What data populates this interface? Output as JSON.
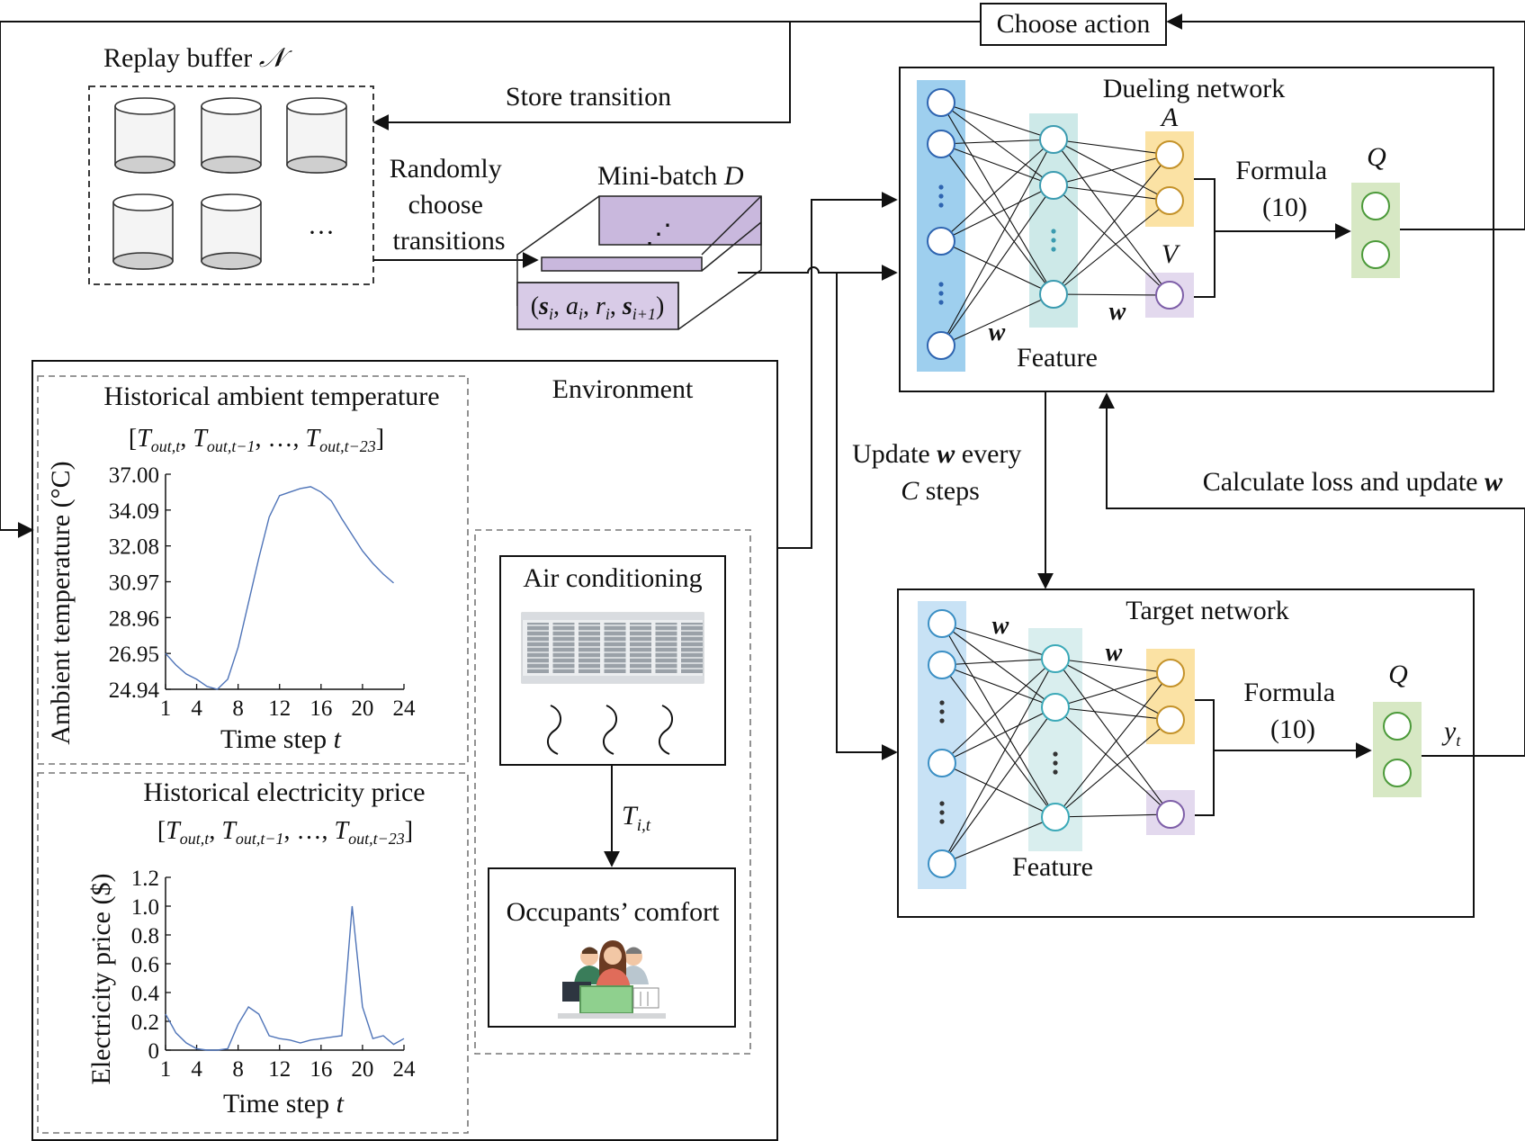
{
  "top": {
    "choose_action": "Choose action",
    "store_transition": "Store transition",
    "randomly_choose": [
      "Randomly",
      "choose",
      "transitions"
    ]
  },
  "replay_buffer": {
    "label": "Replay buffer",
    "symbol": "𝒩",
    "ellipsis": "···"
  },
  "minibatch": {
    "label": "Mini-batch",
    "symbol": "D",
    "dots": "⋰",
    "tuple": {
      "open": "(",
      "s": "s",
      "i": "i",
      "a": "a",
      "r": "r",
      "s_next": "s",
      "i_plus_1": "i+1",
      "close": ")",
      "comma": ", "
    }
  },
  "dueling": {
    "title": "Dueling network",
    "A": "A",
    "V": "V",
    "Q": "Q",
    "formula": [
      "Formula",
      "(10)"
    ],
    "feature": "Feature",
    "w": "w",
    "dots": "⋮"
  },
  "target": {
    "title": "Target network",
    "Q": "Q",
    "formula": [
      "Formula",
      "(10)"
    ],
    "feature": "Feature",
    "w": "w",
    "y": "y",
    "y_sub": "t",
    "dots": "⋮"
  },
  "update": {
    "line1_pre": "Update ",
    "w": "w",
    "line1_post": " every",
    "line2_C": "C",
    "line2_post": " steps"
  },
  "loss": {
    "text": "Calculate loss and update ",
    "w": "w"
  },
  "environment": {
    "title": "Environment",
    "air_conditioning": "Air conditioning",
    "occupants_comfort": "Occupants’ comfort",
    "T_label": "T",
    "T_sub": "i,t"
  },
  "colors": {
    "input_layer": "#9ecfee",
    "feature_layer": "#cde9e8",
    "advantage": "#fbe2a4",
    "value": "#e3d9ee",
    "q_box": "#d7e8c4",
    "minibatch": "#c9b8dd",
    "line_series": "#4f74b8",
    "node_blue": "#2e64b0",
    "node_teal": "#3b9bb0",
    "node_gold": "#c4922a",
    "node_purple": "#7e5fa8",
    "node_green": "#4c9a3a"
  },
  "chart_data": [
    {
      "type": "line",
      "title": "Historical ambient temperature",
      "subtitle": "[T_out,t, T_out,t−1, …, T_out,t−23]",
      "subtitle_parts": {
        "open": "[",
        "T": "T",
        "s1": "out,t",
        "s2": "out,t−1",
        "s3": "out,t−23",
        "comma": ", ",
        "ellipsis": "…",
        "close": "]"
      },
      "xlabel": "Time step",
      "xlabel_var": "t",
      "ylabel": "Ambient temperature (°C)",
      "xticks": [
        "1",
        "4",
        "8",
        "12",
        "16",
        "20",
        "24"
      ],
      "yticks": [
        "37.00",
        "34.09",
        "32.08",
        "30.97",
        "28.96",
        "26.95",
        "24.94"
      ],
      "xlim": [
        1,
        24
      ],
      "ylim": [
        24.94,
        37.0
      ],
      "x": [
        1,
        2,
        3,
        4,
        5,
        6,
        7,
        8,
        9,
        10,
        11,
        12,
        13,
        14,
        15,
        16,
        17,
        18,
        19,
        20,
        21,
        22,
        23
      ],
      "y": [
        26.95,
        26.3,
        25.8,
        25.5,
        25.1,
        24.94,
        25.5,
        27.3,
        29.8,
        32.3,
        34.6,
        35.8,
        36.0,
        36.2,
        36.3,
        36.0,
        35.5,
        34.5,
        33.6,
        32.7,
        32.0,
        31.4,
        30.9
      ]
    },
    {
      "type": "line",
      "title": "Historical electricity price",
      "subtitle": "[T_out,t, T_out,t−1, …, T_out,t−23]",
      "subtitle_parts": {
        "open": "[",
        "T": "T",
        "s1": "out,t",
        "s2": "out,t−1",
        "s3": "out,t−23",
        "comma": ", ",
        "ellipsis": "…",
        "close": "]"
      },
      "xlabel": "Time step",
      "xlabel_var": "t",
      "ylabel": "Electricity price ($)",
      "xticks": [
        "1",
        "4",
        "8",
        "12",
        "16",
        "20",
        "24"
      ],
      "yticks": [
        "1.2",
        "1.0",
        "0.8",
        "0.6",
        "0.4",
        "0.2",
        "0"
      ],
      "xlim": [
        1,
        24
      ],
      "ylim": [
        0,
        1.2
      ],
      "x": [
        1,
        2,
        3,
        4,
        5,
        6,
        7,
        8,
        9,
        10,
        11,
        12,
        13,
        14,
        15,
        16,
        17,
        18,
        19,
        20,
        21,
        22,
        23,
        24
      ],
      "y": [
        0.25,
        0.12,
        0.05,
        0.01,
        0.0,
        0.0,
        0.01,
        0.18,
        0.3,
        0.25,
        0.1,
        0.08,
        0.07,
        0.05,
        0.07,
        0.08,
        0.09,
        0.1,
        1.0,
        0.3,
        0.08,
        0.1,
        0.04,
        0.08
      ]
    }
  ]
}
